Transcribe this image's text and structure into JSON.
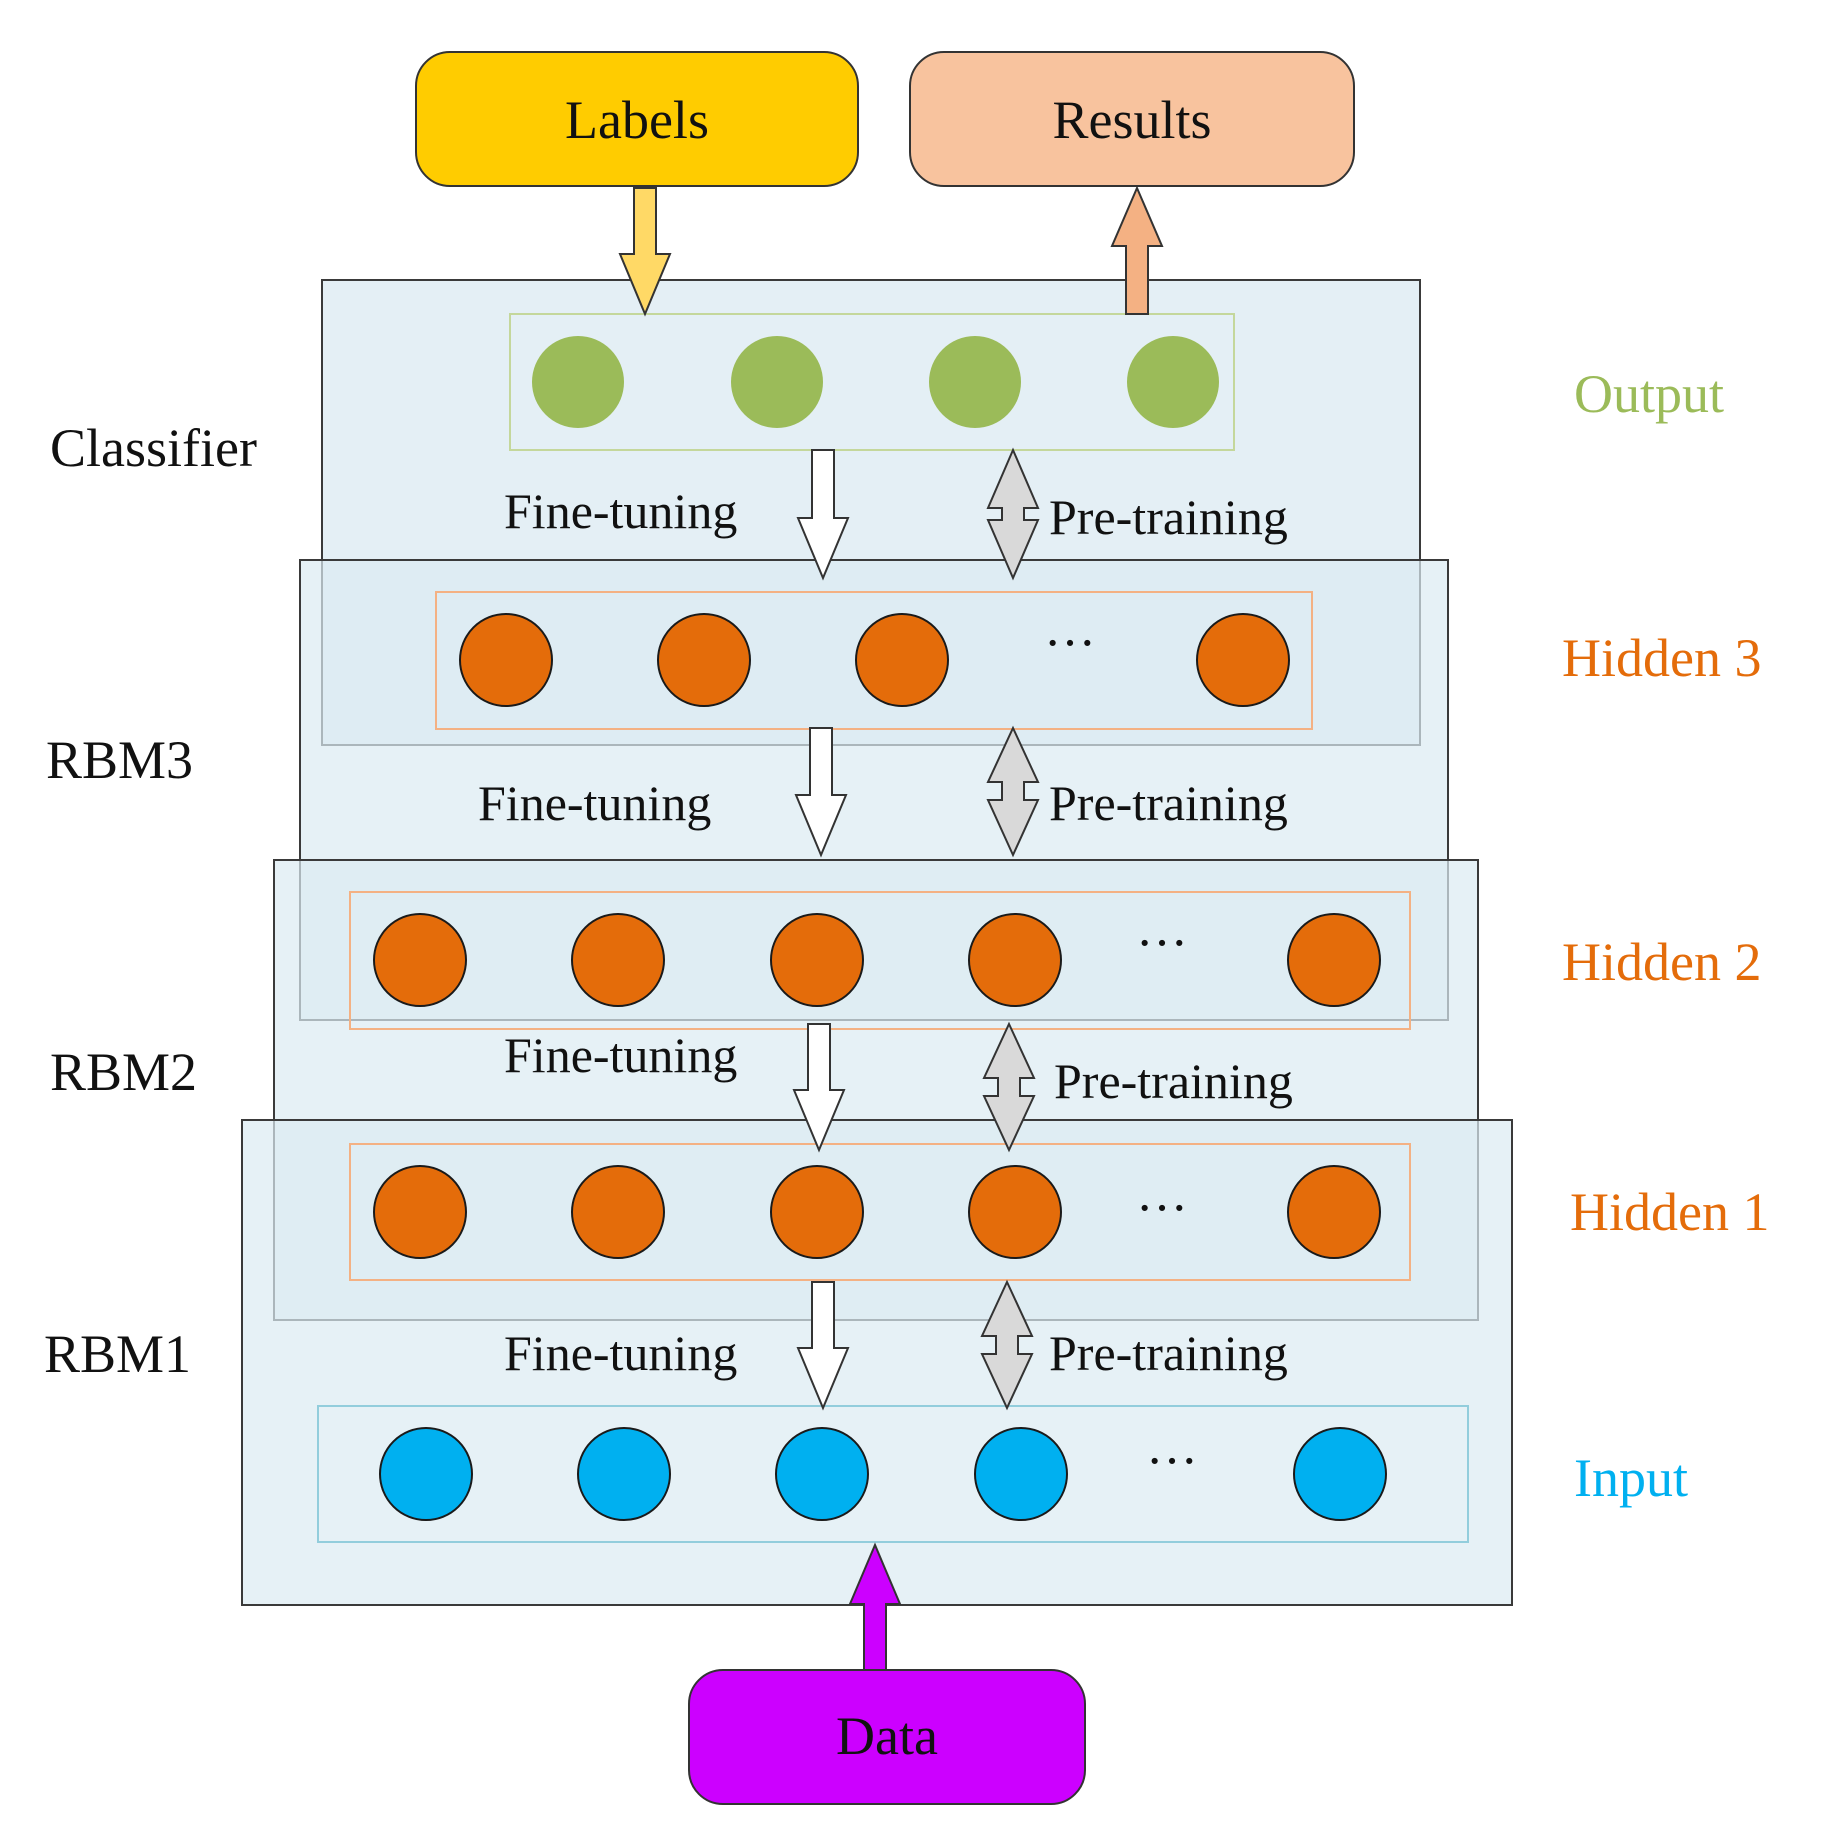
{
  "top": {
    "labels": "Labels",
    "results": "Results"
  },
  "bottom": {
    "data": "Data"
  },
  "blocks": {
    "classifier": "Classifier",
    "rbm3": "RBM3",
    "rbm2": "RBM2",
    "rbm1": "RBM1"
  },
  "layers": {
    "output": "Output",
    "hidden3": "Hidden 3",
    "hidden2": "Hidden 2",
    "hidden1": "Hidden 1",
    "input": "Input"
  },
  "edges": {
    "finetune": "Fine-tuning",
    "pretrain": "Pre-training"
  },
  "ellipsis": "···",
  "colors": {
    "labels_fill": "#FFCC00",
    "results_fill": "#F8C39E",
    "data_fill": "#CC00FF",
    "output_node": "#9BBB59",
    "hidden_node": "#E46C0A",
    "input_node": "#00B0F0",
    "block_fill": "#DCEBF2",
    "output_text": "#9BBB59",
    "hidden_text": "#E46C0A",
    "input_text": "#00B0F0"
  }
}
